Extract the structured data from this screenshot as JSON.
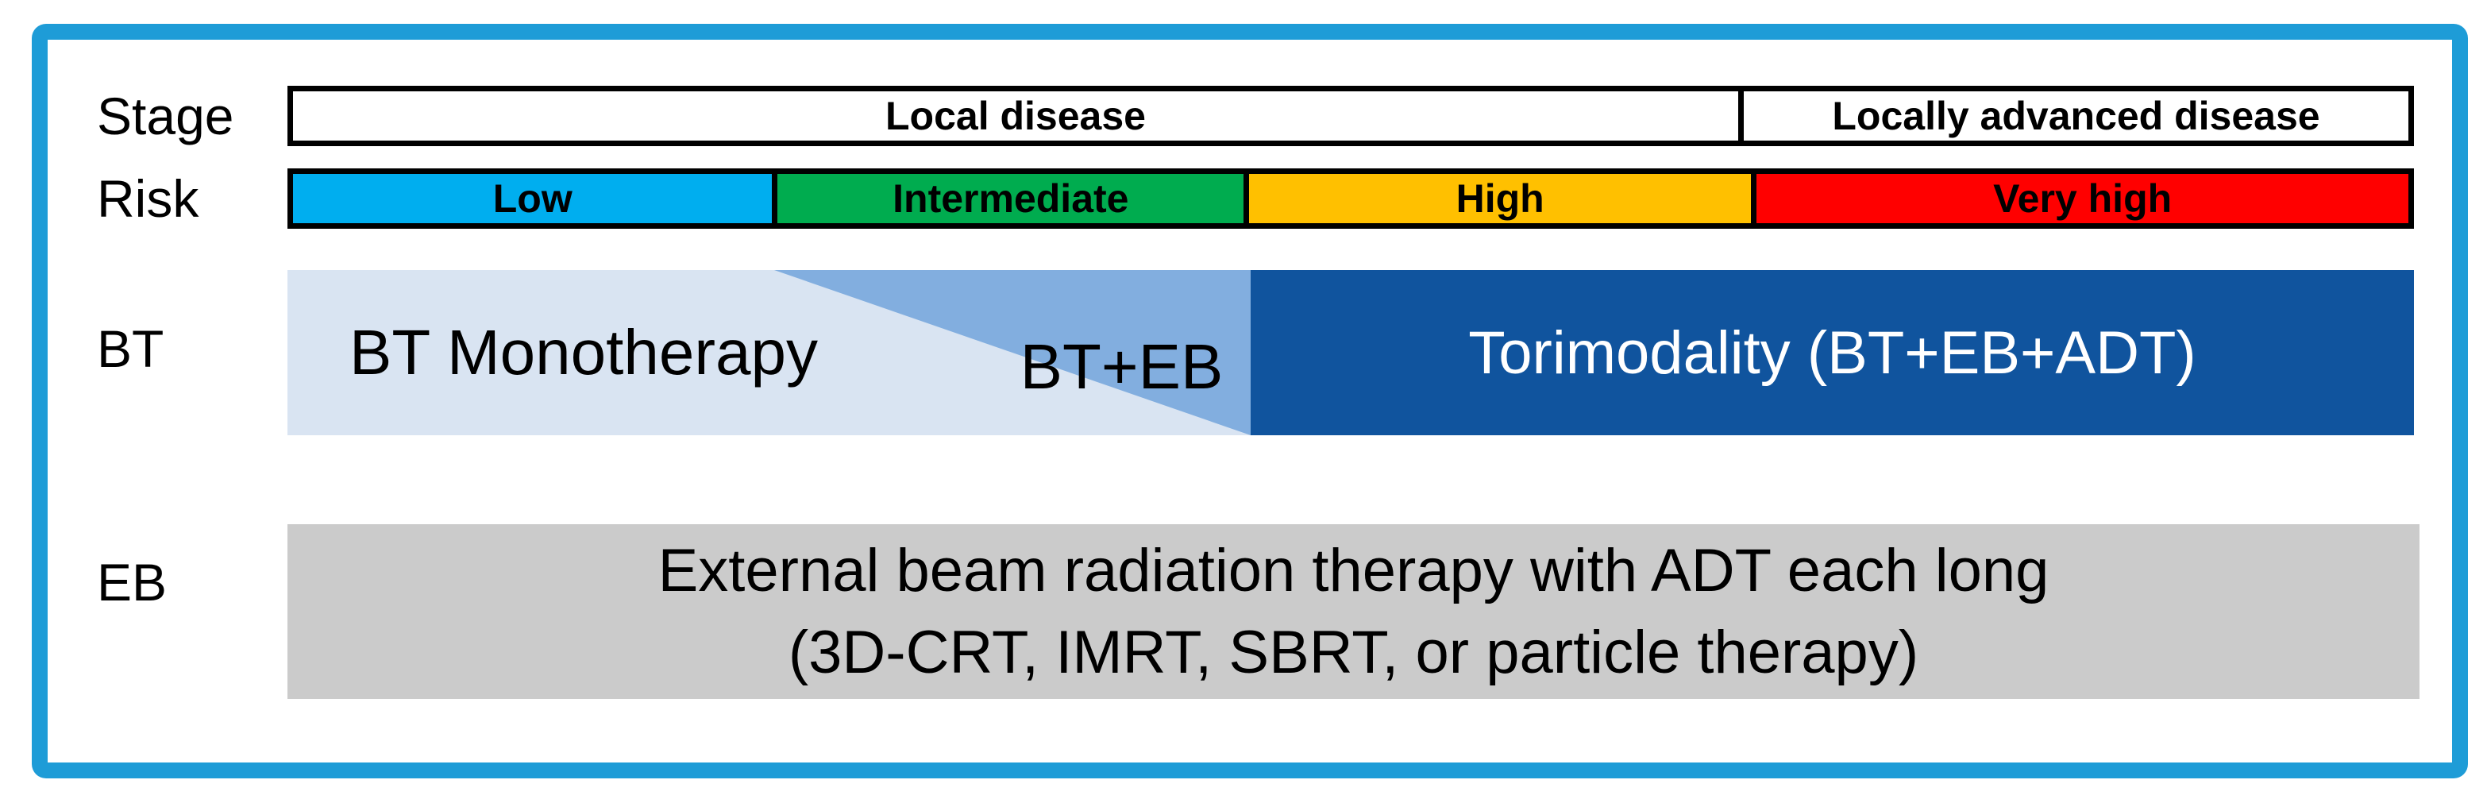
{
  "diagram": {
    "frame_color": "#1E9CD7",
    "stage": {
      "label": "Stage",
      "segments": [
        {
          "label": "Local disease"
        },
        {
          "label": "Locally advanced disease"
        }
      ]
    },
    "risk": {
      "label": "Risk",
      "segments": [
        {
          "label": "Low",
          "color": "#00AEEF"
        },
        {
          "label": "Intermediate",
          "color": "#00AC4F"
        },
        {
          "label": "High",
          "color": "#FFC000"
        },
        {
          "label": "Very high",
          "color": "#FF0000"
        }
      ]
    },
    "bt": {
      "label": "BT",
      "monotherapy_label": "BT Monotherapy",
      "bt_eb_label": "BT+EB",
      "trimodality_label": "Torimodality (BT+EB+ADT)",
      "colors": {
        "monotherapy": "#D9E4F2",
        "bt_eb": "#82AEDF",
        "trimodality": "#10549E"
      }
    },
    "eb": {
      "label": "EB",
      "line1": "External beam radiation therapy with ADT each long",
      "line2": "(3D-CRT, IMRT, SBRT, or particle therapy)",
      "color": "#CBCBCB"
    }
  }
}
